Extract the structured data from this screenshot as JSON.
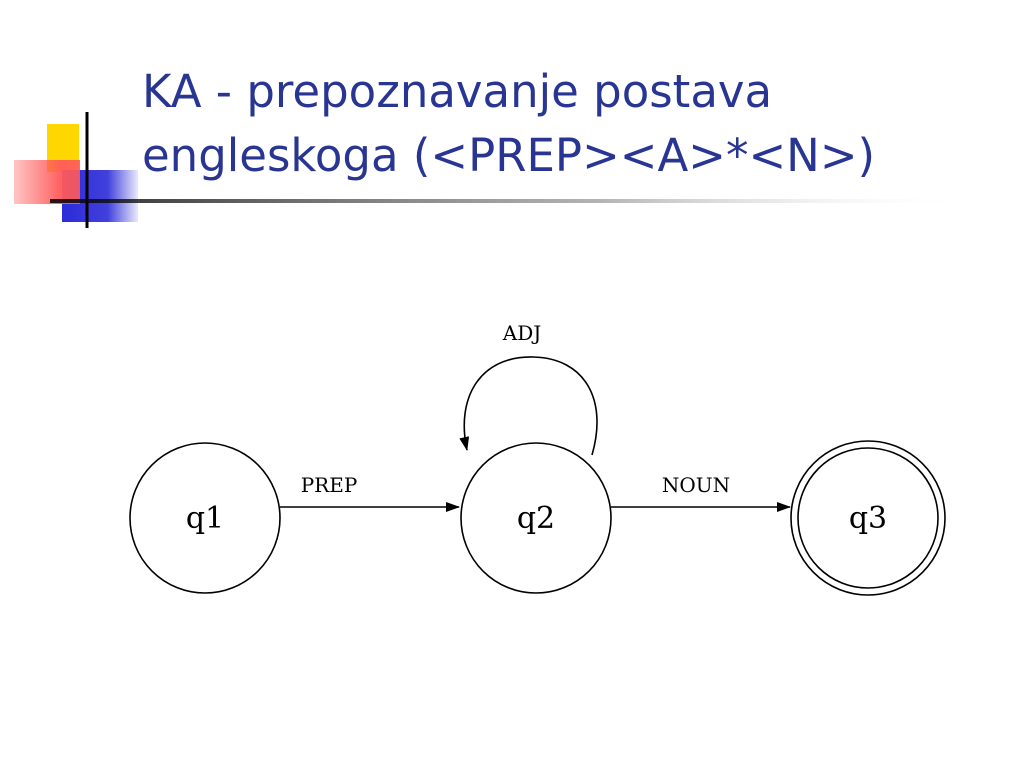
{
  "slide": {
    "title_line1": "KA - prepoznavanje postava",
    "title_line2": "engleskoga (<PREP><A>*<N>)"
  },
  "automaton": {
    "states": [
      {
        "id": "q1",
        "label": "q1",
        "final": false
      },
      {
        "id": "q2",
        "label": "q2",
        "final": false
      },
      {
        "id": "q3",
        "label": "q3",
        "final": true
      }
    ],
    "transitions": [
      {
        "from": "q1",
        "to": "q2",
        "label": "PREP"
      },
      {
        "from": "q2",
        "to": "q2",
        "label": "ADJ"
      },
      {
        "from": "q2",
        "to": "q3",
        "label": "NOUN"
      }
    ]
  },
  "colors": {
    "title": "#283593",
    "deco_yellow": "#FFD700",
    "deco_blue": "#2B2BD9",
    "deco_red": "#FF5A5A",
    "line": "#000000"
  }
}
